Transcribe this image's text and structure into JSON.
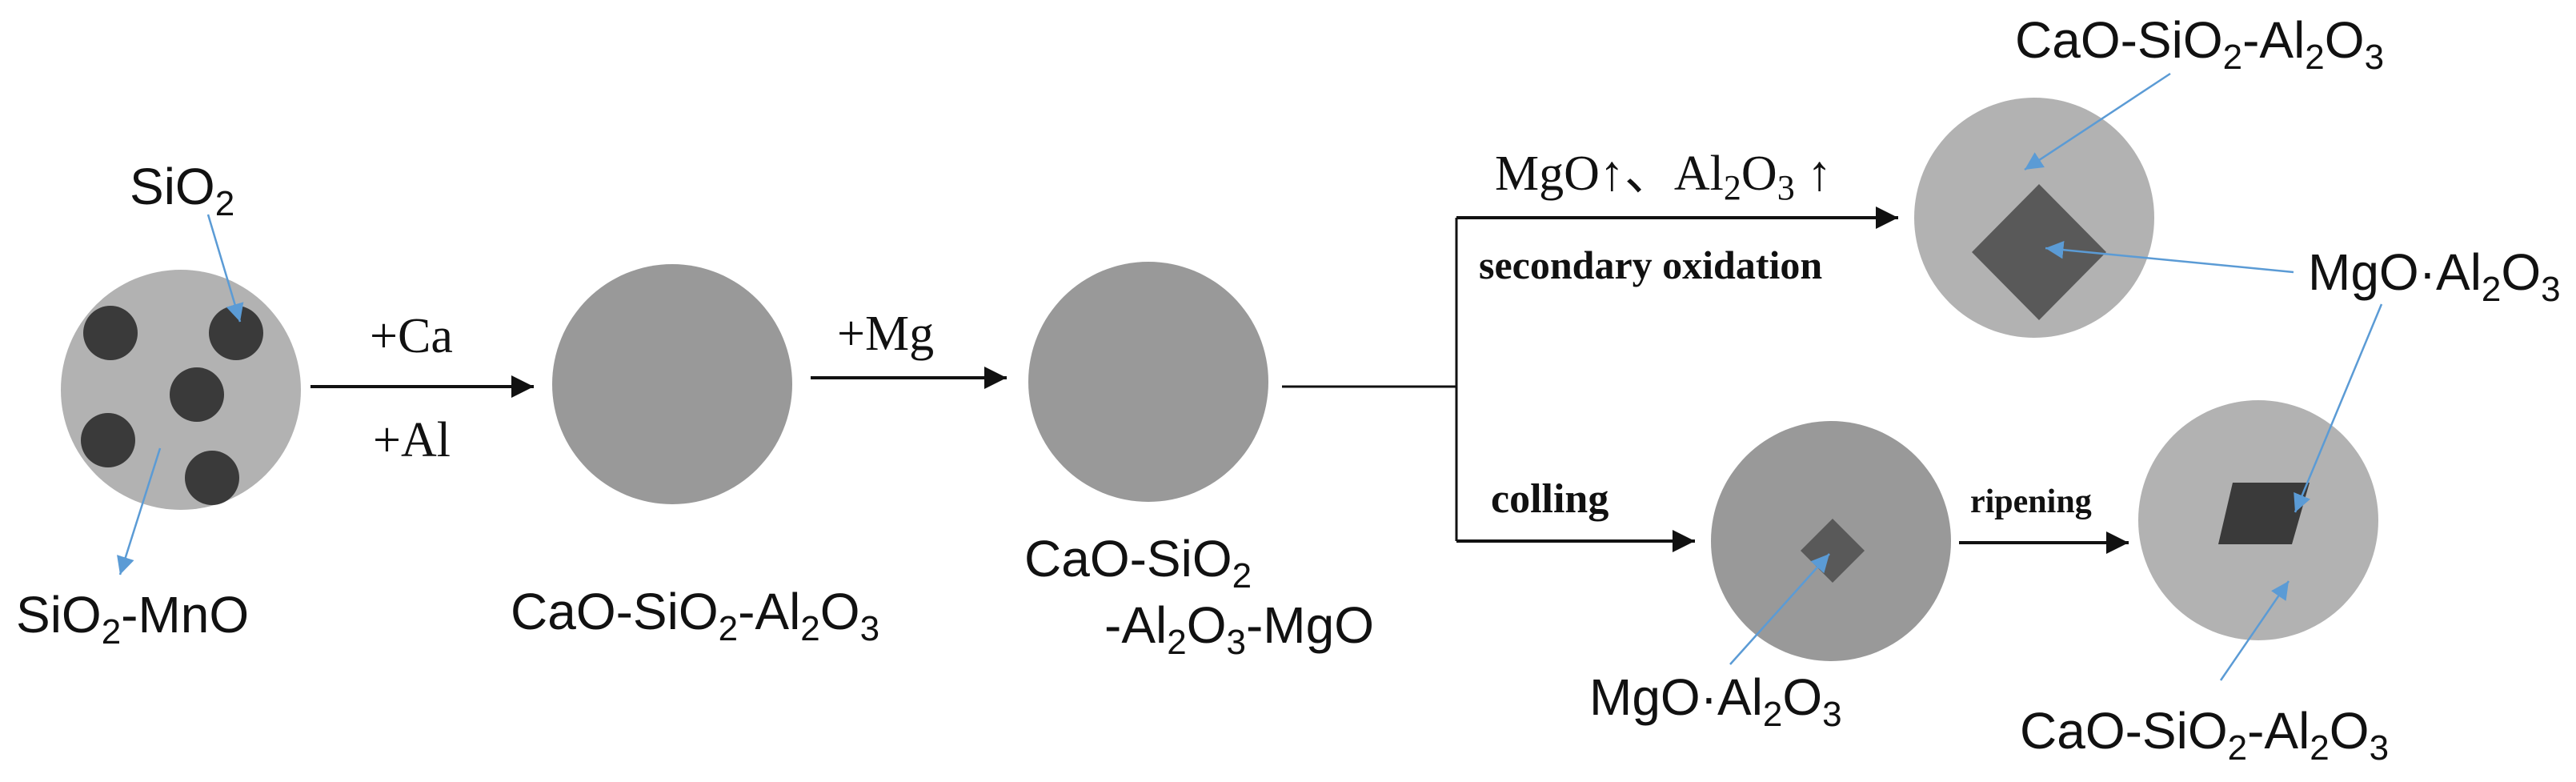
{
  "labels": {
    "sio2_top": {
      "a": "SiO",
      "b": "2"
    },
    "sio2_mno": {
      "a": "SiO",
      "b": "2",
      "c": "-MnO"
    },
    "ca_plus": "+Ca",
    "al_plus": "+Al",
    "cas_al": {
      "a": "CaO-SiO",
      "b": "2",
      "c": "-Al",
      "d": "2",
      "e": "O",
      "f": "3"
    },
    "mg_plus": "+Mg",
    "casam_line1": {
      "a": "CaO-SiO",
      "b": "2"
    },
    "casam_line2": {
      "a": "-Al",
      "b": "2",
      "c": "O",
      "d": "3",
      "e": "-MgO"
    },
    "mgo_al2o3_increase": {
      "a": "MgO↑、Al",
      "b": "2",
      "c": "O",
      "d": "3",
      "e": " ↑"
    },
    "secondary_oxidation": "secondary oxidation",
    "colling": "colling",
    "ripening": "ripening",
    "top_right_cas": {
      "a": "CaO-SiO",
      "b": "2",
      "c": "-Al",
      "d": "2",
      "e": "O",
      "f": "3"
    },
    "right_spinel": {
      "a": "MgO·Al",
      "b": "2",
      "c": "O",
      "d": "3"
    },
    "bottom_spinel": {
      "a": "MgO·Al",
      "b": "2",
      "c": "O",
      "d": "3"
    },
    "bottom_right_cas": {
      "a": "CaO-SiO",
      "b": "2",
      "c": "-Al",
      "d": "2",
      "e": "O",
      "f": "3"
    }
  },
  "colors": {
    "light_particle": "#b2b2b2",
    "medium_particle": "#999999",
    "dark_inclusion": "#3a3a3a",
    "spinel": "#595959",
    "leader_line": "#5b9bd5",
    "arrow": "#111111"
  }
}
